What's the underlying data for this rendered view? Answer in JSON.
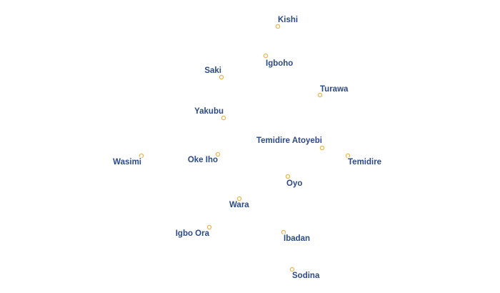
{
  "map": {
    "marker_color": "#f0b54a",
    "label_color": "#2c4a86",
    "halo_color": "#ffffff",
    "places": [
      {
        "name": "Kishi"
      },
      {
        "name": "Igboho"
      },
      {
        "name": "Saki"
      },
      {
        "name": "Turawa"
      },
      {
        "name": "Yakubu"
      },
      {
        "name": "Temidire Atoyebi"
      },
      {
        "name": "Wasimi"
      },
      {
        "name": "Oke Iho"
      },
      {
        "name": "Temidire"
      },
      {
        "name": "Oyo"
      },
      {
        "name": "Wara"
      },
      {
        "name": "Igbo Ora"
      },
      {
        "name": "Ibadan"
      },
      {
        "name": "Sodina"
      }
    ]
  }
}
